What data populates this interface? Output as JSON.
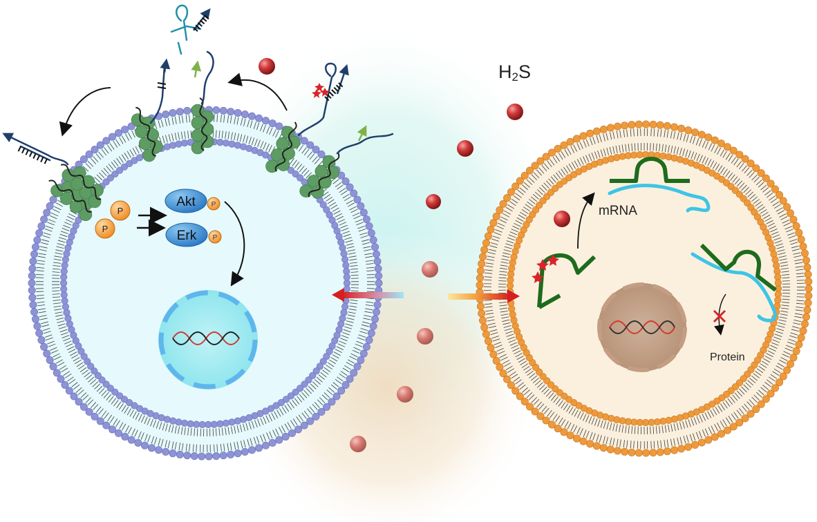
{
  "labels": {
    "h2s_main": "H",
    "h2s_sub": "2",
    "h2s_tail": "S",
    "akt": "Akt",
    "erk": "Erk",
    "phospho": "P",
    "mrna": "mRNA",
    "protein": "Protein"
  },
  "colors": {
    "left_cell_fill": "#e3f8fb",
    "left_lipid_head": "#8e93d6",
    "right_cell_fill": "#fbefdc",
    "right_lipid_head": "#ee9a3c",
    "receptor": "#5d9c62",
    "dna_strand": "#1f3f6b",
    "h2s_ball": "#c0282b",
    "kinase": "#3a8fd6",
    "phospho": "#f4a340",
    "aptamer_green": "#1e6b1e",
    "mrna_cyan": "#3fc4e6"
  }
}
